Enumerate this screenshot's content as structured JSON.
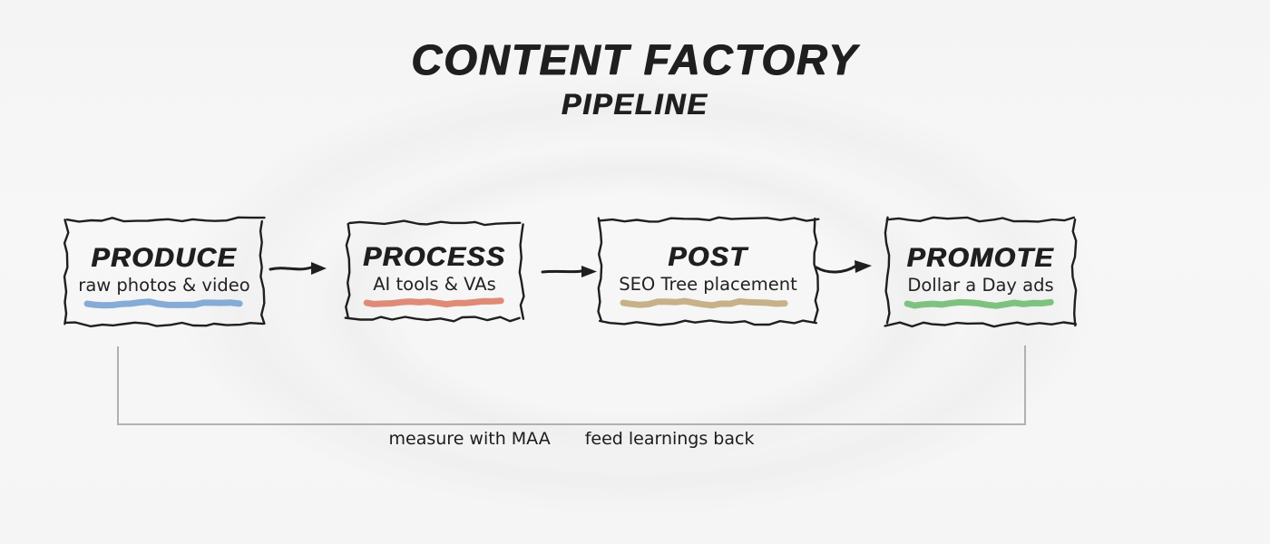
{
  "title": "CONTENT FACTORY",
  "subtitle": "PIPELINE",
  "colors": {
    "ink": "#1f1f1f",
    "loop_line": "#b1b1b1",
    "background": "#f6f6f6"
  },
  "pipeline": {
    "steps": [
      {
        "title": "PRODUCE",
        "subtitle": "raw photos & video",
        "underline_color": "#85abd6"
      },
      {
        "title": "PROCESS",
        "subtitle": "AI tools & VAs",
        "underline_color": "#df8b77"
      },
      {
        "title": "POST",
        "subtitle": "SEO Tree placement",
        "underline_color": "#c6b189"
      },
      {
        "title": "PROMOTE",
        "subtitle": "Dollar a Day ads",
        "underline_color": "#7dc37f"
      }
    ]
  },
  "feedback_loop": {
    "label_measure": "measure with MAA",
    "label_learnings": "feed learnings back"
  }
}
